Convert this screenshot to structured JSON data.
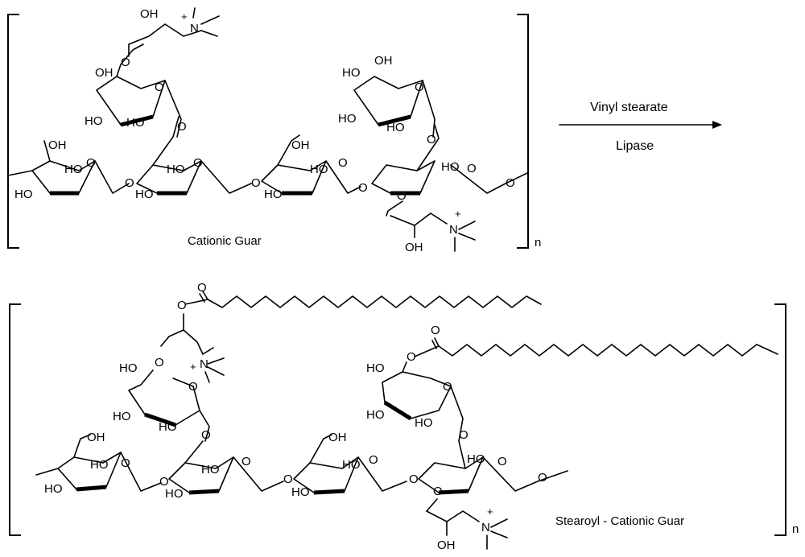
{
  "labels": {
    "OH": "OH",
    "HO": "HO",
    "O": "O",
    "N": "N",
    "plus": "+",
    "n": "n"
  },
  "reaction": {
    "reagent": "Vinyl stearate",
    "catalyst": "Lipase"
  },
  "captions": {
    "reactant": "Cationic Guar",
    "product": "Stearoyl - Cationic Guar"
  }
}
